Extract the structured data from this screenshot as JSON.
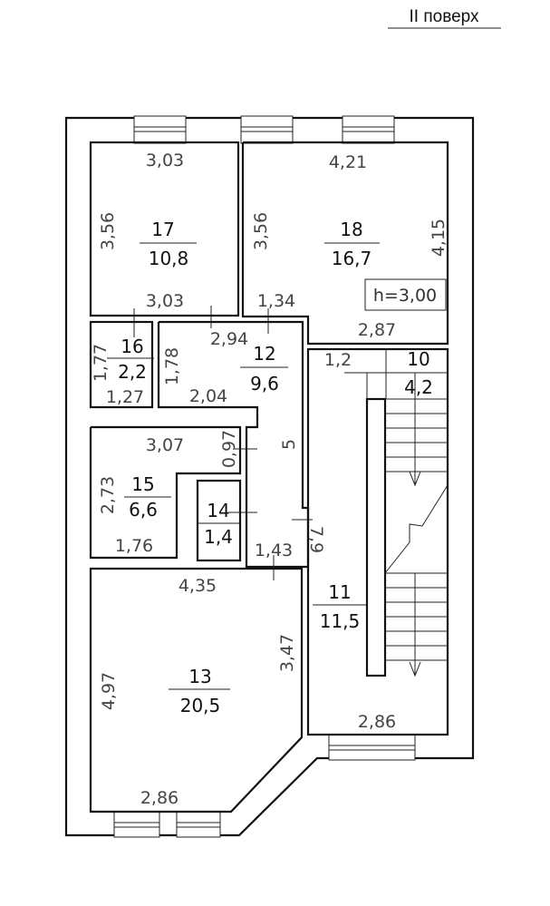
{
  "title": "II поверх",
  "ceiling_height": "h=3,00",
  "rooms": {
    "r10": {
      "number": "10",
      "area": "4,2"
    },
    "r11": {
      "number": "11",
      "area": "11,5"
    },
    "r12": {
      "number": "12",
      "area": "9,6"
    },
    "r13": {
      "number": "13",
      "area": "20,5"
    },
    "r14": {
      "number": "14",
      "area": "1,4"
    },
    "r15": {
      "number": "15",
      "area": "6,6"
    },
    "r16": {
      "number": "16",
      "area": "2,2"
    },
    "r17": {
      "number": "17",
      "area": "10,8"
    },
    "r18": {
      "number": "18",
      "area": "16,7"
    }
  },
  "dims": {
    "r17_top": "3,03",
    "r17_left": "3,56",
    "r17_bottom": "3,03",
    "r18_top": "4,21",
    "r18_left": "3,56",
    "r18_right": "4,15",
    "r18_door": "1,34",
    "r18_bottom": "2,87",
    "r12_top": "2,94",
    "r12_left": "1,78",
    "r12_bottom": "2,04",
    "r16_left": "1,77",
    "r16_bottom": "1,27",
    "r10_left": "1,2",
    "r15_top": "3,07",
    "r15_left": "2,73",
    "r15_bottom": "1,76",
    "corr_w": "0,97",
    "corr_num": "5",
    "corr_bottom": "1,43",
    "corr_len": "7,9",
    "r13_top": "4,35",
    "r13_right": "3,47",
    "r13_left": "4,97",
    "r13_bottom": "2,86",
    "r11_bottom": "2,86"
  }
}
